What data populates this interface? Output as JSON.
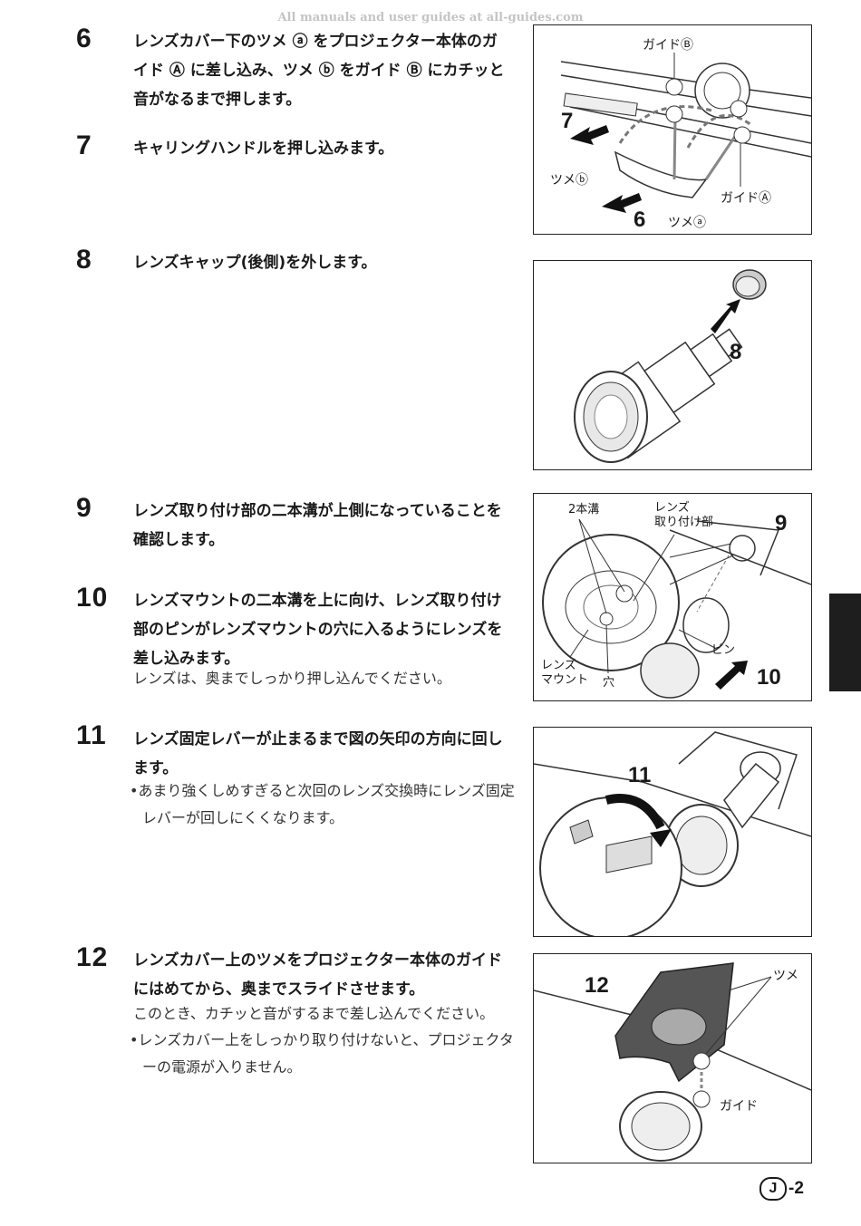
{
  "watermark": "All manuals and user guides at all-guides.com",
  "steps": [
    {
      "num": "6",
      "text": "レンズカバー下のツメ ⓐ をプロジェクター本体のガイド Ⓐ に差し込み、ツメ ⓑ をガイド Ⓑ にカチッと音がなるまで押します。"
    },
    {
      "num": "7",
      "text": "キャリングハンドルを押し込みます。"
    },
    {
      "num": "8",
      "text": "レンズキャップ(後側)を外します。"
    },
    {
      "num": "9",
      "text": "レンズ取り付け部の二本溝が上側になっていることを確認します。"
    },
    {
      "num": "10",
      "text": "レンズマウントの二本溝を上に向け、レンズ取り付け部のピンがレンズマウントの穴に入るようにレンズを差し込みます。",
      "note": "レンズは、奥までしっかり押し込んでください。"
    },
    {
      "num": "11",
      "text": "レンズ固定レバーが止まるまで図の矢印の方向に回します。",
      "bullet": "•あまり強くしめすぎると次回のレンズ交換時にレンズ固定レバーが回しにくくなります。"
    },
    {
      "num": "12",
      "text": "レンズカバー上のツメをプロジェクター本体のガイドにはめてから、奥までスライドさせます。",
      "note": "このとき、カチッと音がするまで差し込んでください。",
      "bullet": "•レンズカバー上をしっかり取り付けないと、プロジェクターの電源が入りません。"
    }
  ],
  "figures": {
    "fig1": {
      "guide_b": "ガイドⒷ",
      "guide_a": "ガイドⒶ",
      "tsume_b": "ツメⓑ",
      "tsume_a": "ツメⓐ",
      "num7": "7",
      "num6": "6"
    },
    "fig2": {
      "num8": "8"
    },
    "fig3": {
      "two_grooves": "2本溝",
      "lens_mount_part_1": "レンズ",
      "lens_mount_part_2": "取り付け部",
      "pin": "ピン",
      "lens_mount_1": "レンズ",
      "lens_mount_2": "マウント",
      "hole": "穴",
      "num9": "9",
      "num10": "10"
    },
    "fig4": {
      "num11": "11"
    },
    "fig5": {
      "num12": "12",
      "tsume": "ツメ",
      "guide": "ガイド"
    }
  },
  "page": {
    "circle": "J",
    "number": "-2"
  }
}
